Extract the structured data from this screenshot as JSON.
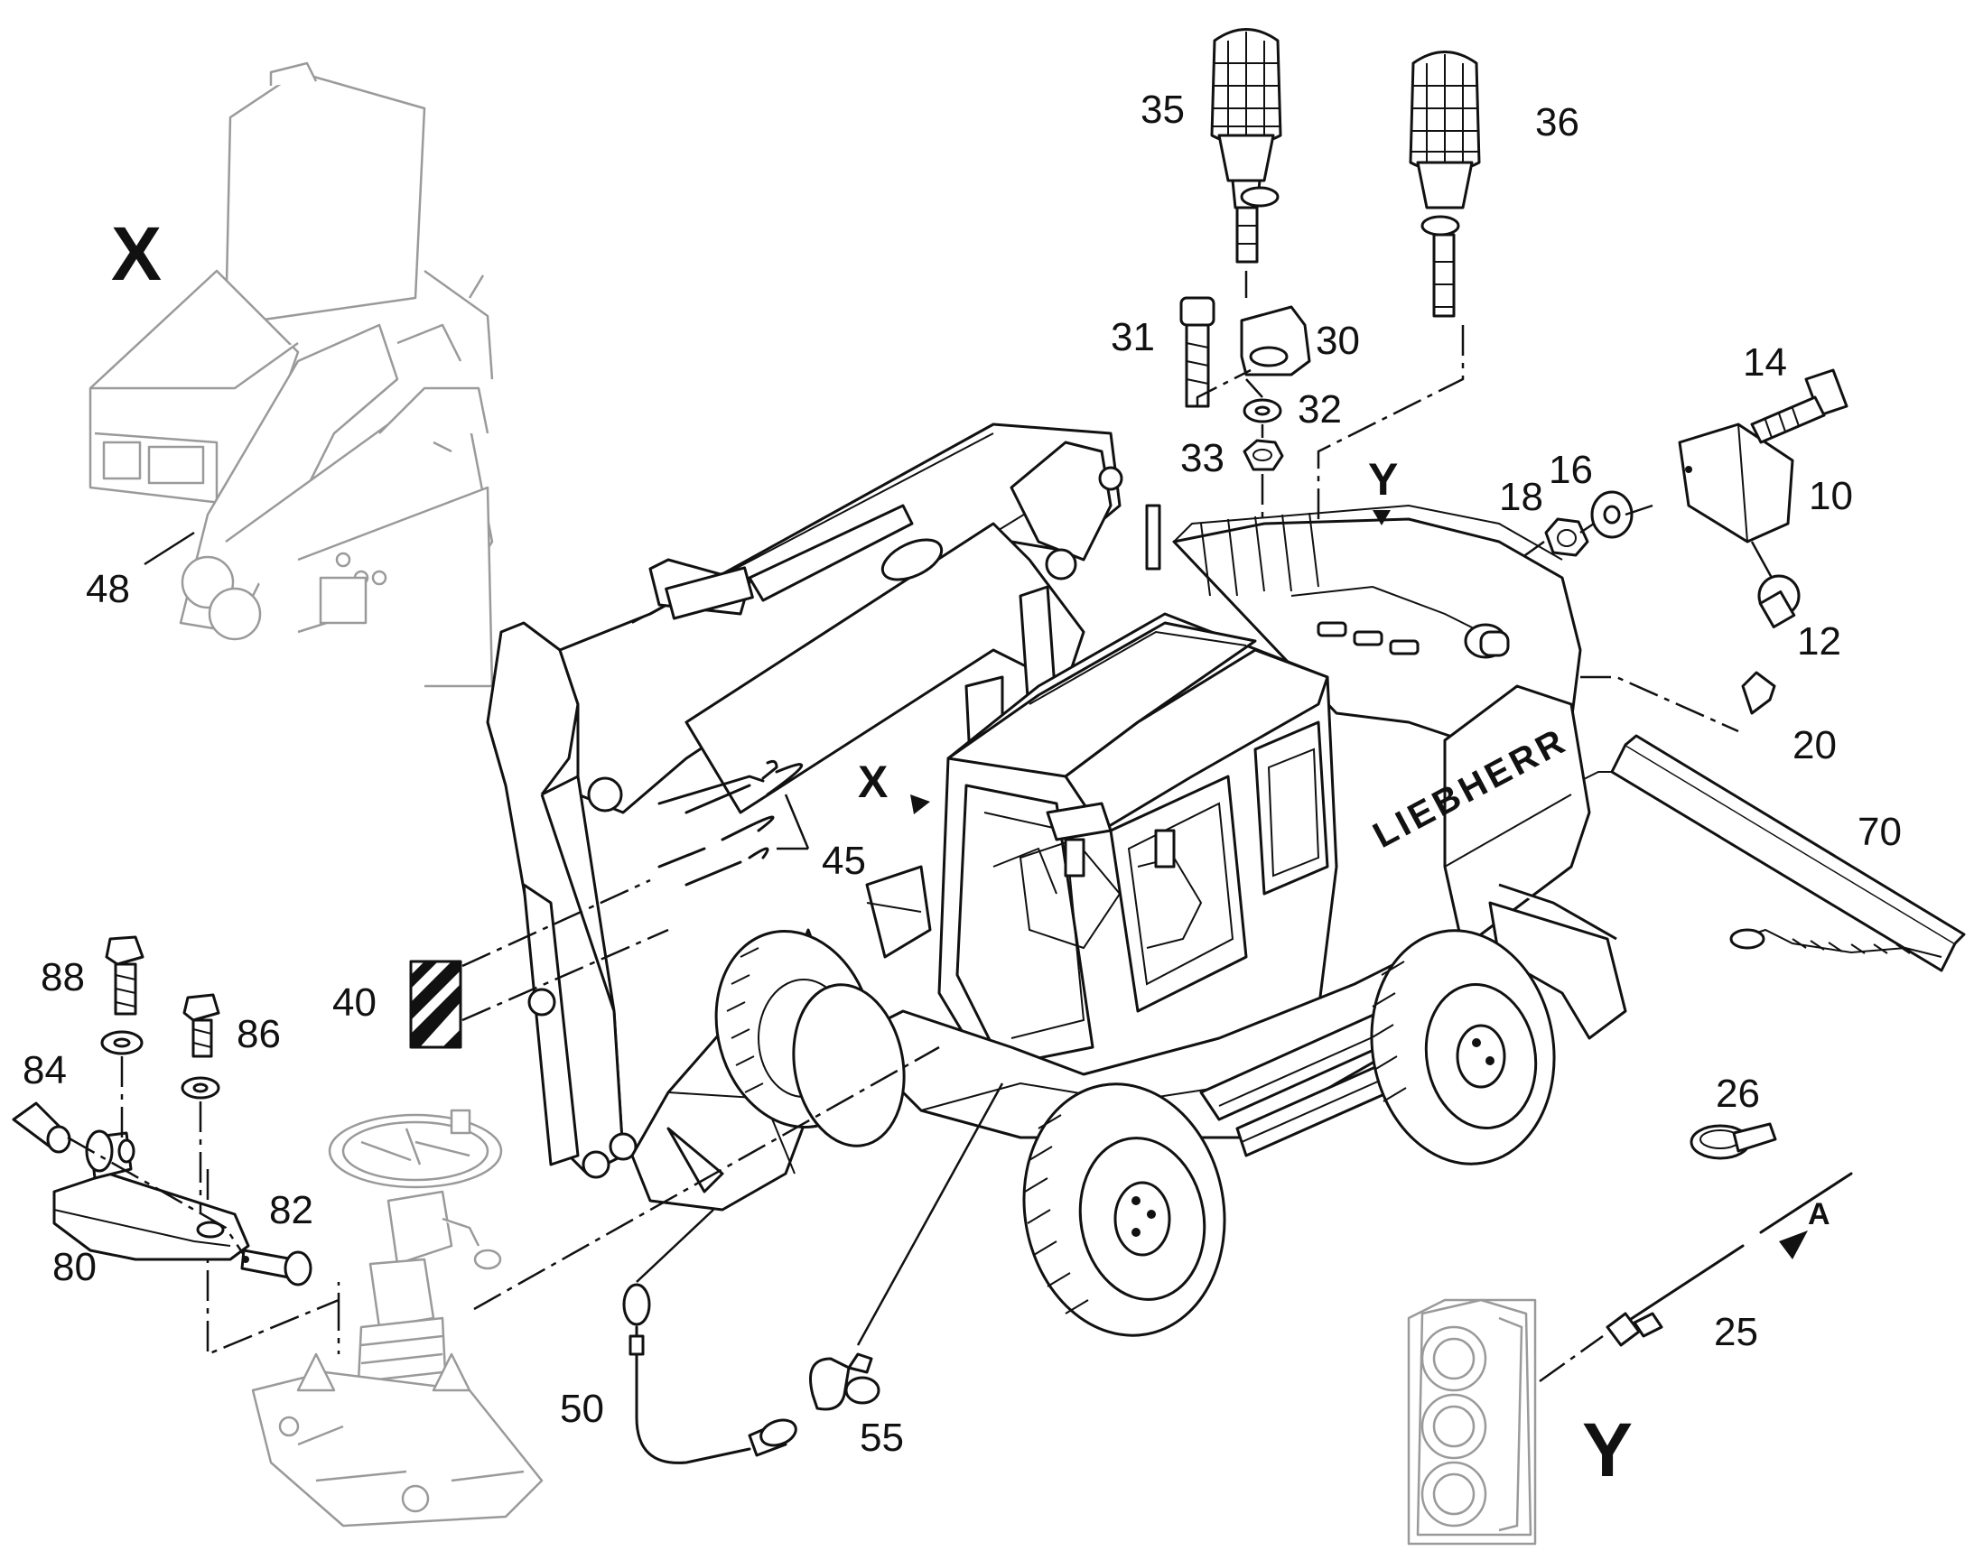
{
  "figure": {
    "view_marker_x": "X",
    "view_marker_y": "Y",
    "arrow_target_label": "A",
    "brand_lettering": "LIEBHERR"
  },
  "callouts": [
    {
      "id": "35",
      "text": "35"
    },
    {
      "id": "36",
      "text": "36"
    },
    {
      "id": "31",
      "text": "31"
    },
    {
      "id": "30",
      "text": "30"
    },
    {
      "id": "32",
      "text": "32"
    },
    {
      "id": "33",
      "text": "33"
    },
    {
      "id": "14",
      "text": "14"
    },
    {
      "id": "16",
      "text": "16"
    },
    {
      "id": "18",
      "text": "18"
    },
    {
      "id": "10",
      "text": "10"
    },
    {
      "id": "12",
      "text": "12"
    },
    {
      "id": "20",
      "text": "20"
    },
    {
      "id": "70",
      "text": "70"
    },
    {
      "id": "45",
      "text": "45"
    },
    {
      "id": "40",
      "text": "40"
    },
    {
      "id": "48",
      "text": "48"
    },
    {
      "id": "88",
      "text": "88"
    },
    {
      "id": "86",
      "text": "86"
    },
    {
      "id": "84",
      "text": "84"
    },
    {
      "id": "82",
      "text": "82"
    },
    {
      "id": "80",
      "text": "80"
    },
    {
      "id": "26",
      "text": "26"
    },
    {
      "id": "25",
      "text": "25"
    },
    {
      "id": "50",
      "text": "50"
    },
    {
      "id": "55",
      "text": "55"
    }
  ]
}
